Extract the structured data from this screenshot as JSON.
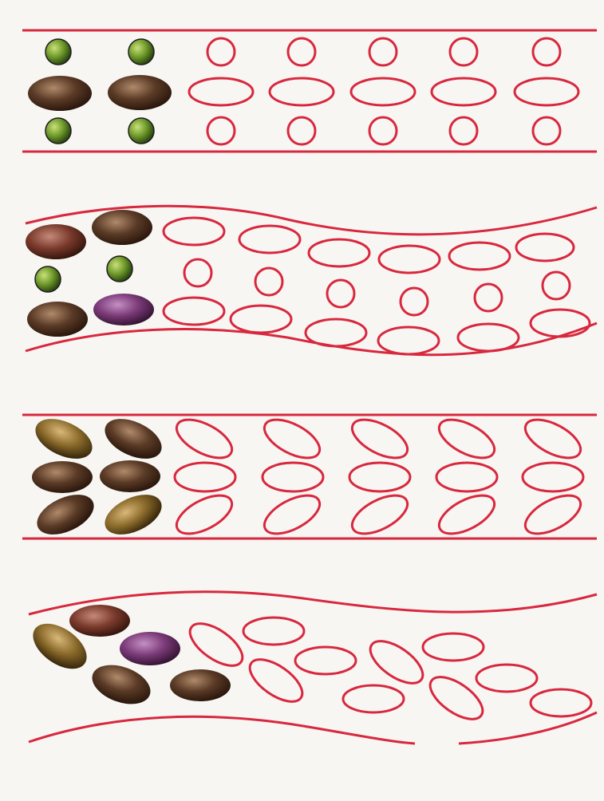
{
  "palette": {
    "background": "#f7f6f3",
    "outline_red": "#d8283e",
    "pea_green": "#6f9a2a",
    "bean_brown": "#5a3a26",
    "bean_reddish": "#7a3a2c",
    "bean_golden": "#8a6a2a",
    "bean_purple": "#7b3a78"
  },
  "panels": [
    {
      "label": "straight-row-pattern-peas-and-beans"
    },
    {
      "label": "wavy-row-pattern-peas-and-beans"
    },
    {
      "label": "straight-row-pattern-tilted-beans"
    },
    {
      "label": "wavy-row-pattern-scattered-beans"
    }
  ]
}
